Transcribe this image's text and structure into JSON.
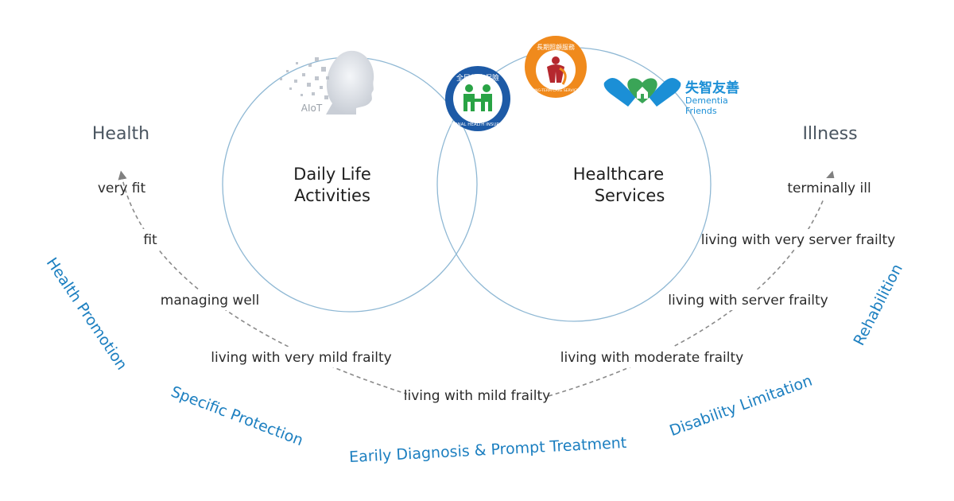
{
  "poles": {
    "health": "Health",
    "illness": "Illness"
  },
  "circles": {
    "daily_life": {
      "line1": "Daily Life",
      "line2": "Activities"
    },
    "healthcare": {
      "line1": "Healthcare",
      "line2": "Services"
    }
  },
  "stages_left": [
    "very fit",
    "fit",
    "managing well",
    "living with very mild frailty"
  ],
  "stage_center": "living with mild frailty",
  "stages_right": [
    "living with moderate frailty",
    "living with server frailty",
    "living with very server frailty",
    "terminally ill"
  ],
  "prevention_levels": {
    "health_promotion": "Health Promotion",
    "specific_protection": "Specific Protection",
    "early_diagnosis": "Earily Diagnosis & Prompt Treatment",
    "disability_limitation": "Disability Limitation",
    "rehabilitation": "Rehabilition"
  },
  "logos": {
    "aiot": {
      "label": "AIoT"
    },
    "nhi": {
      "ring_text": "NATIONAL HEALTH INSURANCE",
      "top_text": "全民健康保險"
    },
    "ltc": {
      "ring_text": "LONG-TERM CARE SERVICES",
      "top_text": "長期照顧服務"
    },
    "dementia": {
      "zh": "失智友善",
      "en_line1": "Dementia",
      "en_line2": "Friends"
    }
  },
  "colors": {
    "accent_blue": "#1c7fc0",
    "circle_stroke": "#8fb8d4",
    "nhi_green": "#29a345",
    "nhi_blue": "#1d5aa6",
    "ltc_orange": "#f08a1c",
    "ltc_red": "#b5282e",
    "dementia_blue": "#1b8fd6",
    "dementia_green": "#3aa557"
  }
}
